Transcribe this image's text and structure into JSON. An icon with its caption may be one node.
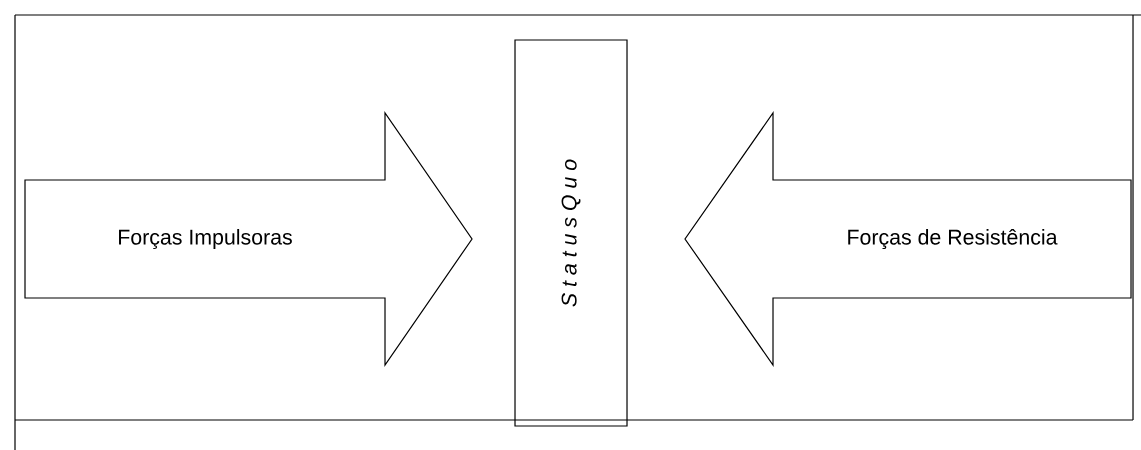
{
  "diagram": {
    "nodes": [
      {
        "text": [
          "Forças Impulsoras"
        ]
      },
      {
        "text": [
          "S t a t u s Q u o"
        ]
      },
      {
        "text": [
          "Forças de Resistência"
        ]
      }
    ]
  }
}
